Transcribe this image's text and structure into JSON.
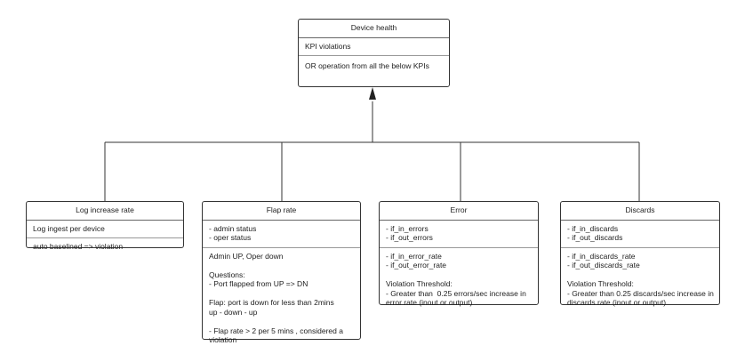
{
  "diagram": {
    "root": {
      "title": "Device health",
      "sections": [
        [
          "KPI violations"
        ],
        [
          "OR operation from all the below KPIs"
        ]
      ]
    },
    "children": [
      {
        "key": "log-increase-rate",
        "title": "Log increase rate",
        "sections": [
          [
            "Log ingest per device"
          ],
          [
            "auto baselined => violation"
          ]
        ]
      },
      {
        "key": "flap-rate",
        "title": "Flap rate",
        "sections": [
          [
            "- admin status",
            "- oper status"
          ],
          [
            "Admin UP, Oper down",
            "",
            "Questions:",
            "- Port flapped from UP => DN",
            "",
            "Flap: port is down for less than 2mins",
            "up - down - up",
            "",
            "- Flap rate > 2 per 5 mins , considered a",
            "violation"
          ]
        ]
      },
      {
        "key": "error",
        "title": "Error",
        "sections": [
          [
            "- if_in_errors",
            "- if_out_errors"
          ],
          [
            "- if_in_error_rate",
            "- if_out_error_rate",
            "",
            "Violation Threshold:",
            "- Greater than  0.25 errors/sec increase in",
            "error rate (inout or output)"
          ]
        ]
      },
      {
        "key": "discards",
        "title": "Discards",
        "sections": [
          [
            "- if_in_discards",
            "- if_out_discards"
          ],
          [
            "- if_in_discards_rate",
            "- if_out_discards_rate",
            "",
            "Violation Threshold:",
            "- Greater than 0.25 discards/sec increase in",
            "discards rate (inout or output)"
          ]
        ]
      }
    ]
  }
}
